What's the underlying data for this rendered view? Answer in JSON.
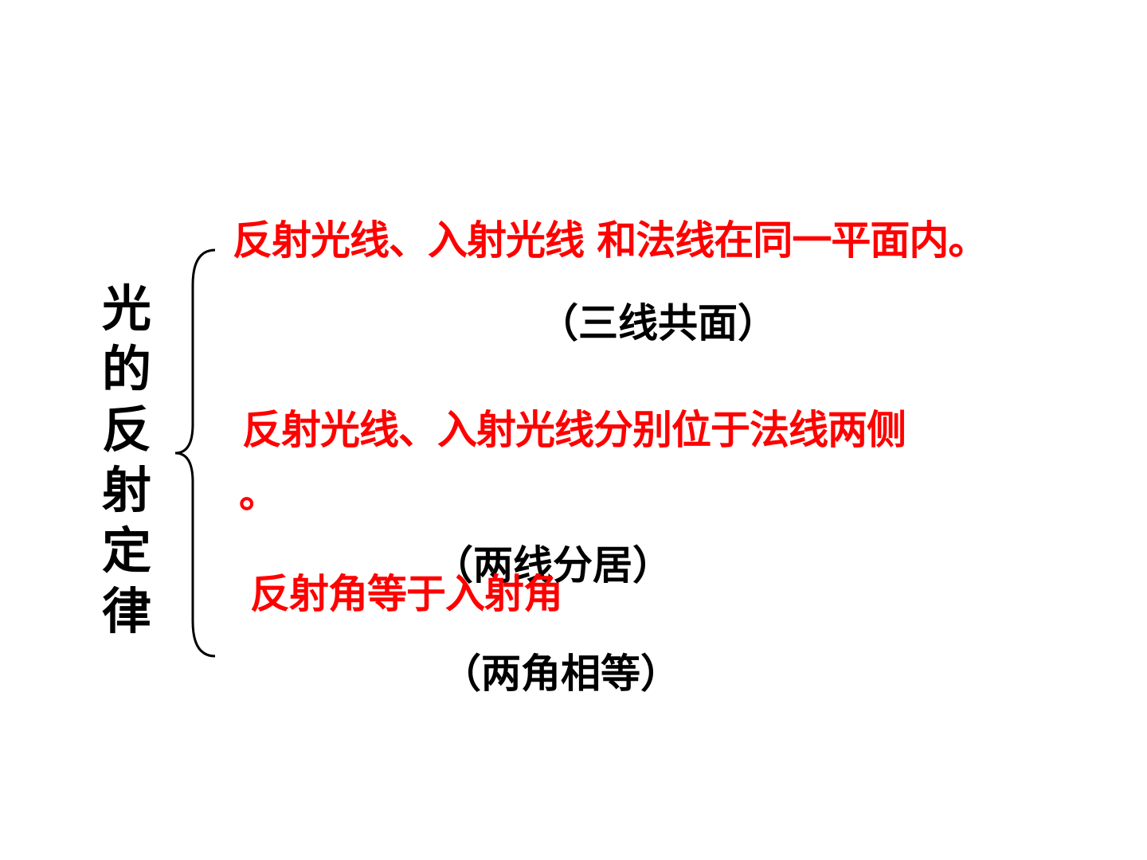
{
  "title": {
    "chars": [
      "光",
      "的",
      "反",
      "射",
      "定",
      "律"
    ]
  },
  "laws": [
    {
      "statement": "反射光线、入射光线 和法线在同一平面内。",
      "summary": "（三线共面）"
    },
    {
      "statement": "反射光线、入射光线分别位于法线两侧",
      "statement_tail": "。",
      "summary": "（两线分居）"
    },
    {
      "statement": "反射角等于入射角",
      "summary": "（两角相等）"
    }
  ],
  "colors": {
    "statement": "#ff0000",
    "summary": "#000000",
    "background": "#ffffff"
  }
}
